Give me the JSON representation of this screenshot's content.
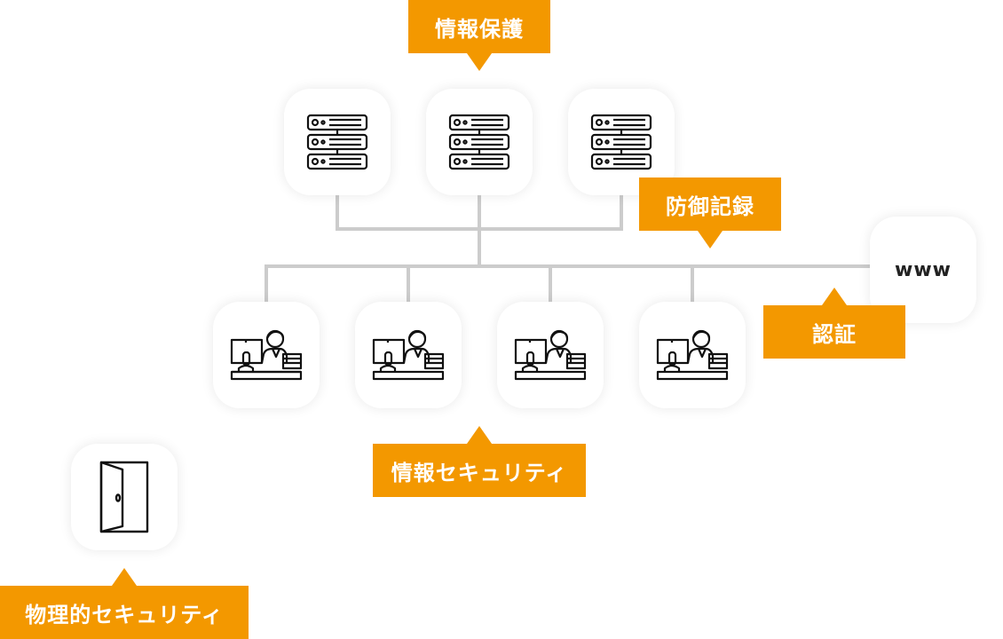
{
  "labels": {
    "info_protection": "情報保護",
    "defense_log": "防御記録",
    "authentication": "認証",
    "info_security": "情報セキュリティ",
    "physical_security": "物理的セキュリティ"
  },
  "www": "www",
  "icons": {
    "server": "server-rack-icon",
    "workstation": "person-at-computer-icon",
    "door": "door-icon"
  },
  "colors": {
    "accent": "#f39800",
    "connector": "#cccccc"
  }
}
